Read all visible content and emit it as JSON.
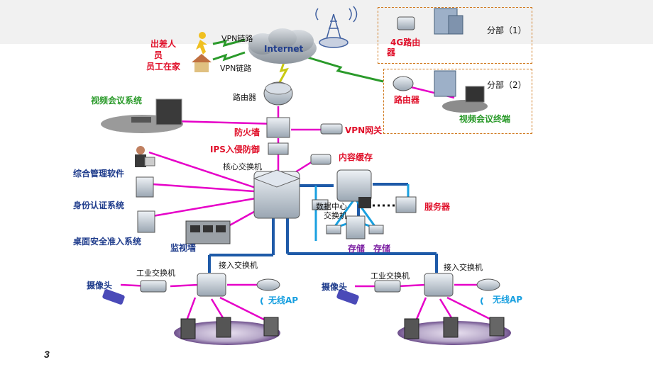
{
  "labels": {
    "vpn_link_top": "VPN链路",
    "vpn_link_bottom": "VPN链路",
    "internet": "Internet",
    "travel_staff_1": "出差人",
    "travel_staff_2": "员",
    "home_staff": "员工在家",
    "router_main": "路由器",
    "video_conf_system": "视频会议系统",
    "firewall": "防火墙",
    "vpn_gateway": "VPN网关",
    "ips": "IPS入侵防御",
    "core_switch": "核心交换机",
    "content_cache": "内容缓存",
    "mgmt_software": "综合管理软件",
    "auth_system": "身份认证系统",
    "desktop_security": "桌面安全准入系统",
    "dc_switch_1": "数据中心",
    "dc_switch_2": "交换机",
    "servers": "服务器",
    "storage_1": "存储",
    "storage_2": "存储",
    "monitor_wall": "监视墙",
    "access_switch_left": "接入交换机",
    "access_switch_right": "接入交换机",
    "industrial_switch_left": "工业交换机",
    "industrial_switch_right": "工业交换机",
    "camera_left": "摄像头",
    "camera_right": "摄像头",
    "wireless_ap_left": "无线AP",
    "wireless_ap_right": "无线AP",
    "branch1_title": "分部（1）",
    "branch1_router_1": "4G路由",
    "branch1_router_2": "器",
    "branch2_title": "分部（2）",
    "branch2_router": "路由器",
    "branch2_video": "视频会议终端"
  },
  "page_number": "3",
  "colors": {
    "red_label": "#e0102a",
    "blue_label": "#1f3c8c",
    "green_label": "#2a9a2a",
    "magenta_link": "#e600c8",
    "blue_link": "#1e5aa8",
    "branch_border": "#d07a20"
  }
}
